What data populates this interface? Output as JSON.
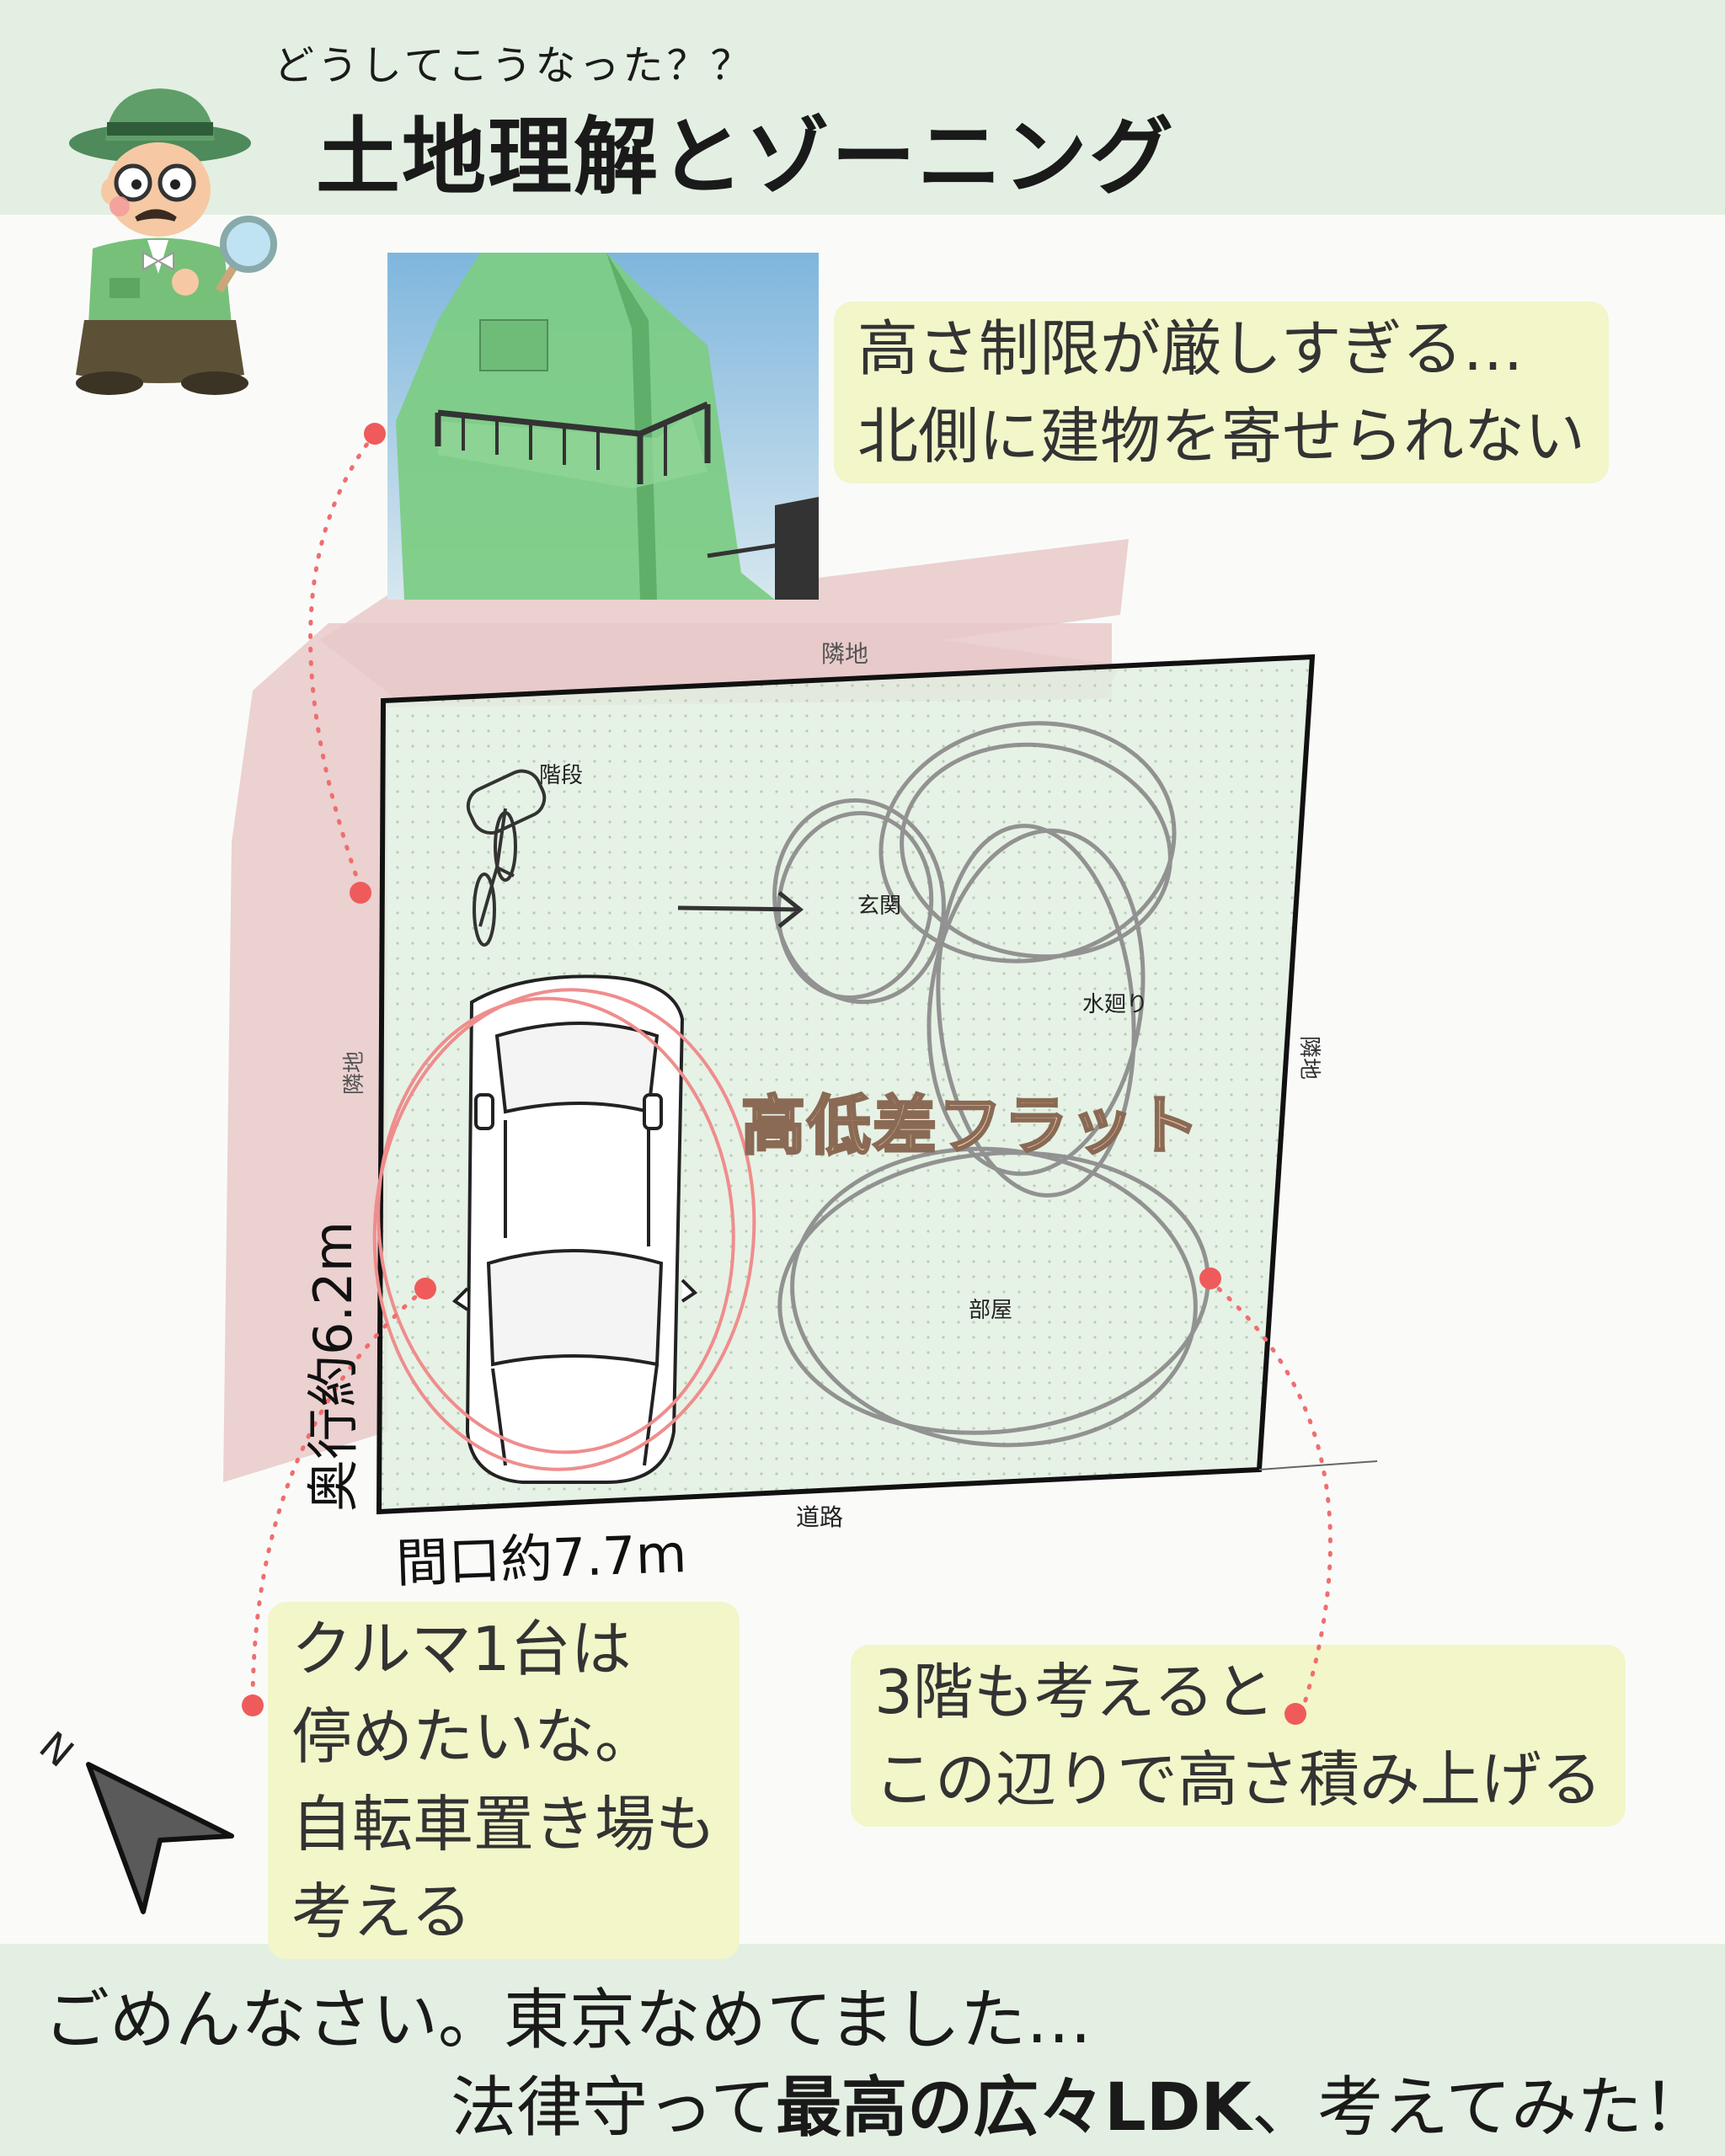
{
  "header": {
    "subtitle": "どうしてこうなった？？",
    "title": "土地理解とゾーニング"
  },
  "notes": {
    "height_limit": [
      "高さ制限が厳しすぎる…",
      "北側に建物を寄せられない"
    ],
    "car": [
      "クルマ1台は",
      "停めたいな。",
      "自転車置き場も",
      "考える"
    ],
    "third_floor": [
      "3階も考えると",
      "この辺りで高さ積み上げる"
    ]
  },
  "plan": {
    "neighbor_top": "隣地",
    "neighbor_left": "隣地",
    "neighbor_right": "隣地",
    "road": "道路",
    "stairs": "階段",
    "entrance": "玄関",
    "wet_area": "水廻り",
    "room": "部屋",
    "flat_label": "高低差フラット",
    "depth": "奥行約6.2m",
    "frontage": "間口約7.7m"
  },
  "compass": {
    "letter": "N"
  },
  "footer": {
    "line1": "ごめんなさい。東京なめてました…",
    "line2_pre": "法律守って",
    "line2_bold": "最高の広々LDK",
    "line2_post": "、考えてみた！"
  },
  "colors": {
    "header_band": "#e3efe2",
    "note_bg": "#f2f6c9",
    "site_fill": "#e2efe0",
    "highlight_brush": "#e8c9c9",
    "accent_dot": "#ec5b5b"
  }
}
